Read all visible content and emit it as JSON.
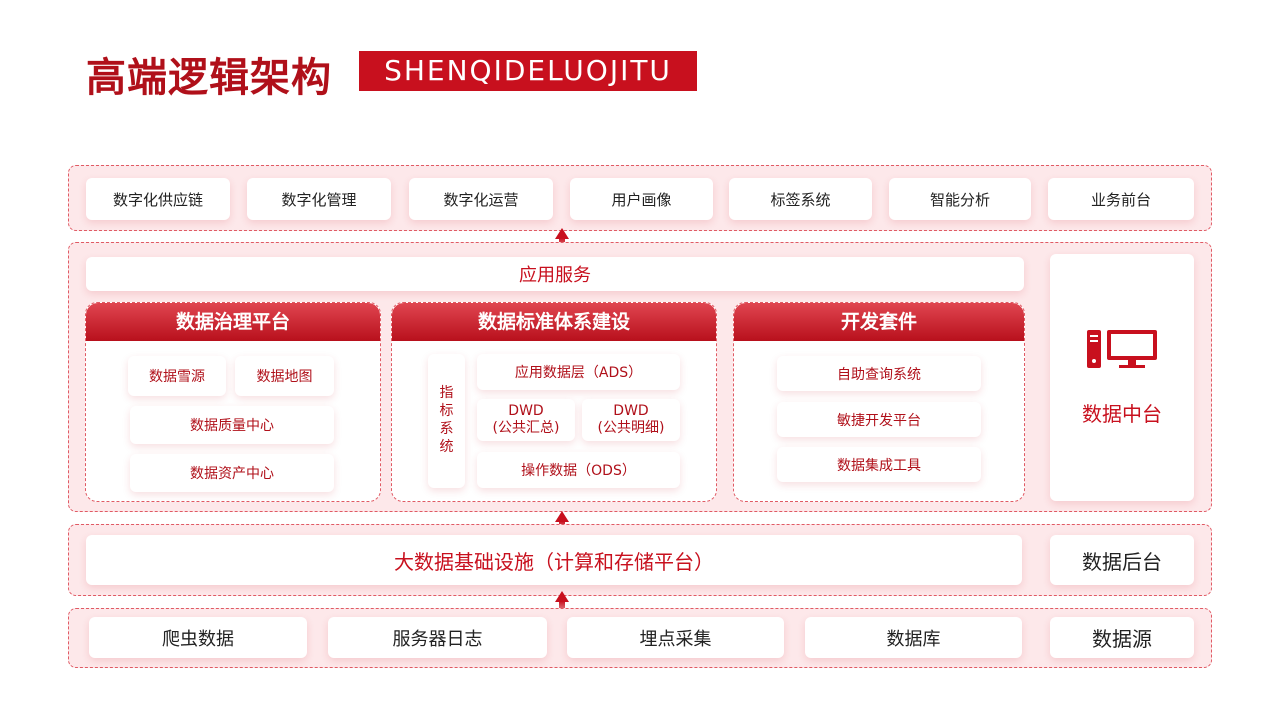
{
  "header": {
    "title": "高端逻辑架构",
    "subtitle": "SHENQIDELUOJITU"
  },
  "top_row": [
    "数字化供应链",
    "数字化管理",
    "数字化运营",
    "用户画像",
    "标签系统",
    "智能分析",
    "业务前台"
  ],
  "app_service": "应用服务",
  "panels": {
    "governance": {
      "title": "数据治理平台",
      "items": [
        "数据雪源",
        "数据地图",
        "数据质量中心",
        "数据资产中心"
      ]
    },
    "standard": {
      "title": "数据标准体系建设",
      "vertical": [
        "指",
        "标",
        "系",
        "统"
      ],
      "ads": "应用数据层（ADS）",
      "dwd1": [
        "DWD",
        "(公共汇总)"
      ],
      "dwd2": [
        "DWD",
        "(公共明细)"
      ],
      "ods": "操作数据（ODS）"
    },
    "devkit": {
      "title": "开发套件",
      "items": [
        "自助查询系统",
        "敏捷开发平台",
        "数据集成工具"
      ]
    }
  },
  "middle_platform": {
    "label": "数据中台",
    "icon": "computer-icon"
  },
  "infra": {
    "label": "大数据基础设施（计算和存储平台）",
    "side": "数据后台"
  },
  "sources": {
    "items": [
      "爬虫数据",
      "服务器日志",
      "埋点采集",
      "数据库"
    ],
    "side": "数据源"
  },
  "colors": {
    "accent": "#c8101e",
    "band": "#fde8ea",
    "dashed": "#e05a64"
  }
}
